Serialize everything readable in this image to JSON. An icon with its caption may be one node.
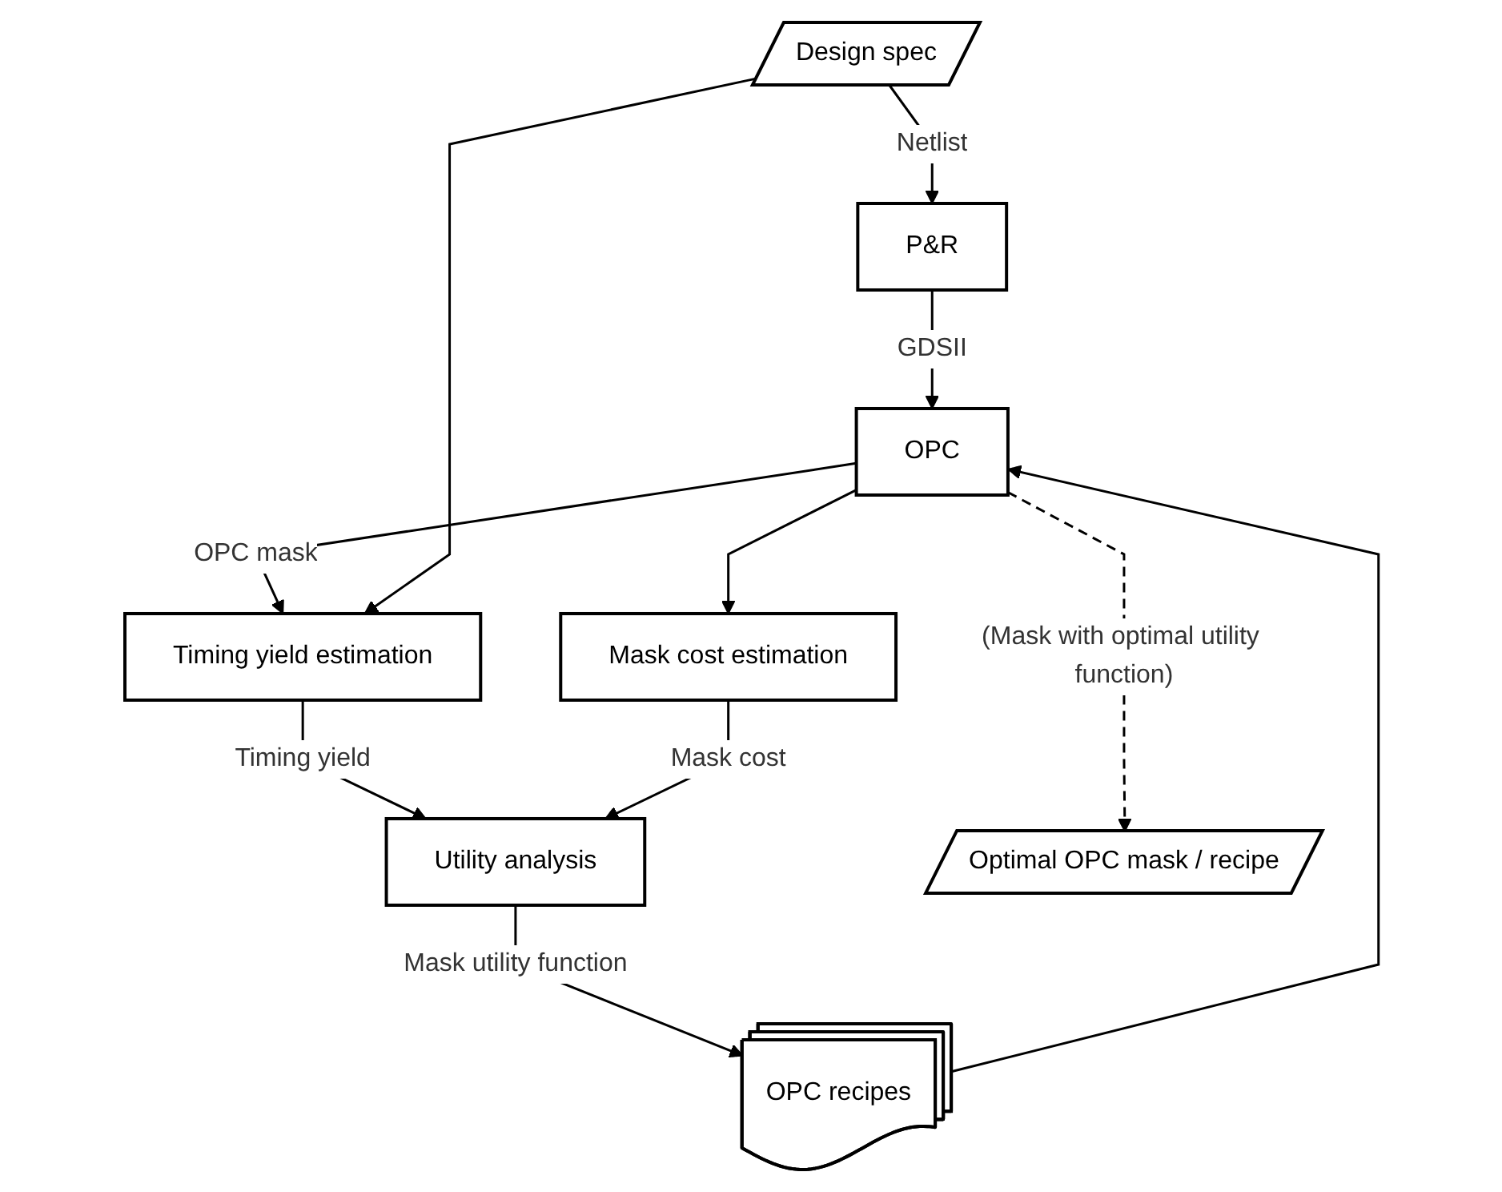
{
  "diagram": {
    "nodes": [
      {
        "text": [
          "Design spec"
        ]
      },
      {
        "text": [
          "P&R"
        ]
      },
      {
        "text": [
          "OPC"
        ]
      },
      {
        "text": [
          "OPC recipes"
        ]
      },
      {
        "text": [
          "Timing yield estimation"
        ]
      },
      {
        "text": [
          "Mask cost estimation"
        ]
      },
      {
        "text": [
          "Utility analysis"
        ]
      },
      {
        "text": [
          "Optimal OPC mask / recipe"
        ]
      }
    ],
    "edges": [
      {
        "from": 0,
        "to": 1,
        "arrow": "to",
        "label": "Netlist"
      },
      {
        "from": 1,
        "to": 2,
        "arrow": "to",
        "label": "GDSII"
      },
      {
        "from": 3,
        "to": 2,
        "arrow": "to"
      },
      {
        "from": 2,
        "to": 4,
        "arrow": "to",
        "label": "OPC mask"
      },
      {
        "from": 2,
        "to": 5,
        "arrow": "to"
      },
      {
        "from": 2,
        "to": 7,
        "arrow": "to",
        "style": "dashed",
        "label": "(Mask with optimal utility function)"
      },
      {
        "from": 0,
        "to": 4,
        "arrow": "to"
      },
      {
        "from": 4,
        "to": 6,
        "arrow": "to",
        "label": "Timing yield"
      },
      {
        "from": 5,
        "to": 6,
        "arrow": "to",
        "label": "Mask cost"
      },
      {
        "from": 6,
        "to": 3,
        "arrow": "to",
        "label": "Mask utility function"
      }
    ]
  }
}
